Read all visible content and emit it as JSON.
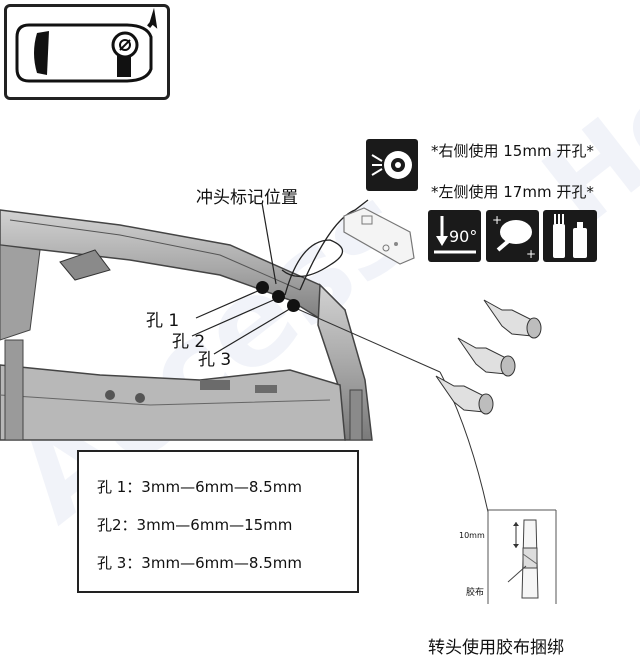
{
  "watermark": {
    "left": "Access",
    "right": "Hon"
  },
  "callout": {
    "punch_mark_label": "冲头标记位置",
    "hole_labels": [
      "孔 1",
      "孔 2",
      "孔 3"
    ]
  },
  "instructions": {
    "right_side": "*右侧使用 15mm 开孔*",
    "left_side": "*左侧使用 17mm 开孔*"
  },
  "icons": {
    "eye_protection": "eye-protection-icon",
    "angle_90_value": "90°",
    "vacuum": "vacuum-cleaner-icon",
    "sealant": "sealant-cans-icon"
  },
  "spec_box": {
    "lines": [
      "孔 1：3mm—6mm—8.5mm",
      "孔2：3mm—6mm—15mm",
      "孔 3：3mm—6mm—8.5mm"
    ]
  },
  "tape_detail": {
    "dimension": "10mm",
    "tape_label": "胶布"
  },
  "caption": "转头使用胶布捆绑"
}
